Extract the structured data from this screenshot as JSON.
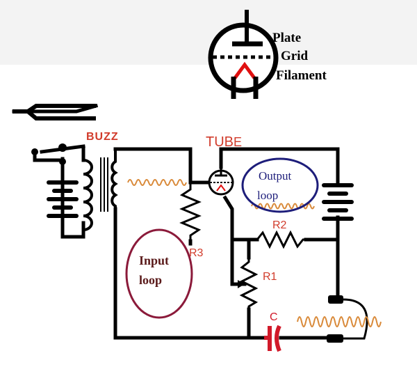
{
  "tube_symbol": {
    "labels": {
      "plate": "Plate",
      "grid": "Grid",
      "filament": "Filament"
    }
  },
  "circuit": {
    "labels": {
      "buzz": "BUZZ",
      "tube_prefix": "TUB",
      "tube_suffix": "E",
      "r1": "R1",
      "r2": "R2",
      "r3": "R3",
      "c": "C"
    },
    "loops": {
      "output_line1": "Output",
      "output_line2": "loop",
      "input_line1": "Input",
      "input_line2": "loop"
    }
  },
  "colors": {
    "wire": "#000000",
    "label_red": "#d13b2b",
    "output_loop": "#1d1d7a",
    "input_loop": "#8b1a3a",
    "input_text": "#5a1a1a",
    "wave": "#d98a3a",
    "capacitor": "#d11a2a",
    "header_bg": "#f3f3f3"
  }
}
